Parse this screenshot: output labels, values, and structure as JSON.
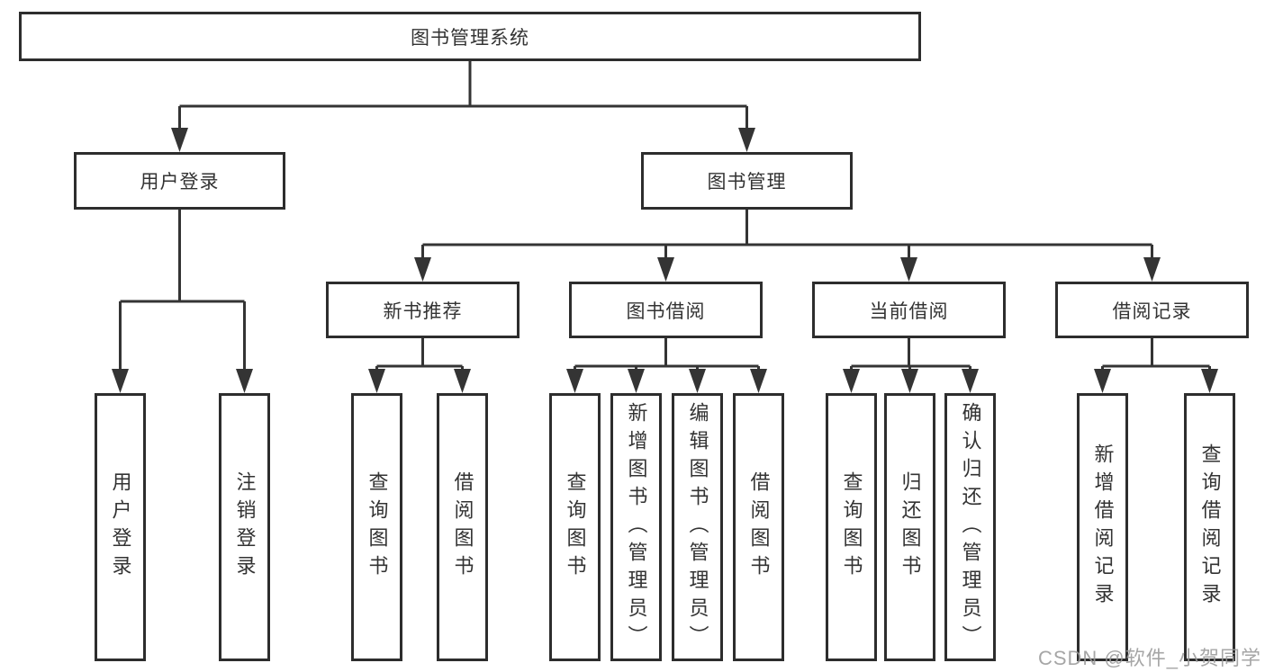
{
  "tree": {
    "root": {
      "label": "图书管理系统"
    },
    "branches": [
      {
        "label": "用户登录",
        "children": [
          {
            "label": "用户登录"
          },
          {
            "label": "注销登录"
          }
        ]
      },
      {
        "label": "图书管理",
        "groups": [
          {
            "label": "新书推荐",
            "children": [
              {
                "label": "查询图书"
              },
              {
                "label": "借阅图书"
              }
            ]
          },
          {
            "label": "图书借阅",
            "children": [
              {
                "label": "查询图书"
              },
              {
                "label": "新增图书（管理员）"
              },
              {
                "label": "编辑图书（管理员）"
              },
              {
                "label": "借阅图书"
              }
            ]
          },
          {
            "label": "当前借阅",
            "children": [
              {
                "label": "查询图书"
              },
              {
                "label": "归还图书"
              },
              {
                "label": "确认归还（管理员）"
              }
            ]
          },
          {
            "label": "借阅记录",
            "children": [
              {
                "label": "新增借阅记录"
              },
              {
                "label": "查询借阅记录"
              }
            ]
          }
        ]
      }
    ]
  },
  "watermark": {
    "text": "CSDN @软件_小贺同学"
  },
  "colors": {
    "background": "#ffffff",
    "box_fill": "#ffffff",
    "box_border": "#2d2d2d",
    "line": "#343434",
    "text": "#333333",
    "watermark": "#9a9a9a"
  }
}
